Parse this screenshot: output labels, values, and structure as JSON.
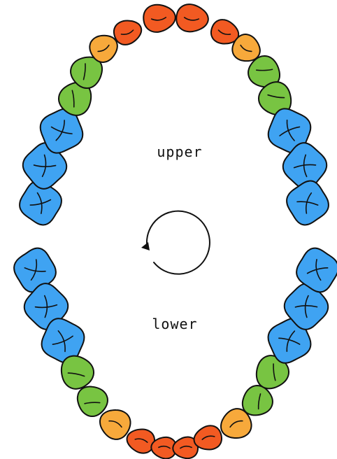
{
  "labels": {
    "upper": "upper",
    "lower": "lower"
  },
  "colors": {
    "incisor": "#F25A22",
    "canine": "#F7A93B",
    "premolar": "#78C442",
    "molar": "#3FA3F2",
    "outline": "#111111"
  },
  "rotate_icon": "rotate-counterclockwise-icon",
  "arches": [
    {
      "name": "upper",
      "teeth": [
        "molar",
        "molar",
        "molar",
        "premolar",
        "premolar",
        "canine",
        "incisor",
        "incisor",
        "incisor",
        "incisor",
        "canine",
        "premolar",
        "premolar",
        "molar",
        "molar",
        "molar"
      ]
    },
    {
      "name": "lower",
      "teeth": [
        "molar",
        "molar",
        "molar",
        "premolar",
        "premolar",
        "canine",
        "incisor",
        "incisor",
        "incisor",
        "incisor",
        "canine",
        "premolar",
        "premolar",
        "molar",
        "molar",
        "molar"
      ]
    }
  ]
}
